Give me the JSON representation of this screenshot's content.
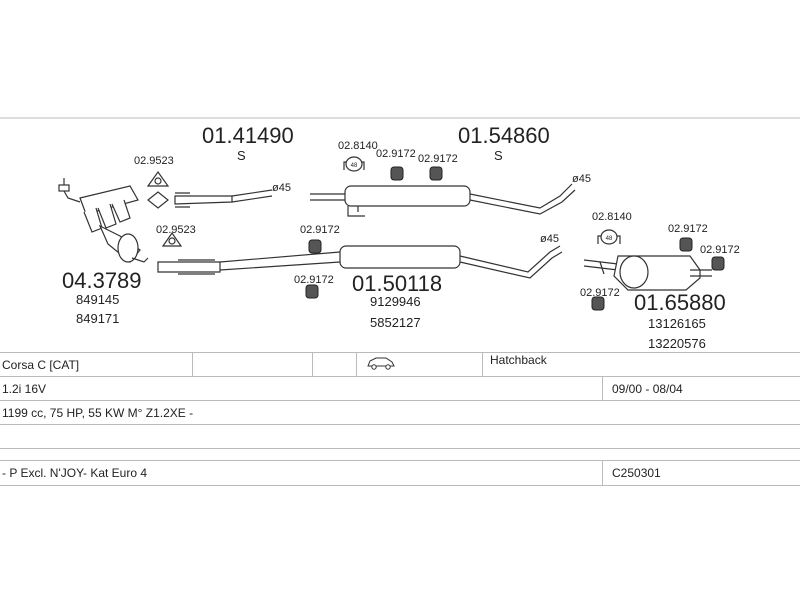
{
  "parts": {
    "p_014149": {
      "code": "01.41490",
      "suffix": "S"
    },
    "p_015486": {
      "code": "01.54860",
      "suffix": "S"
    },
    "p_043789": {
      "code": "04.3789",
      "refs": [
        "849145",
        "849171"
      ]
    },
    "p_015011": {
      "code": "01.50118",
      "refs": [
        "9129946",
        "5852127"
      ]
    },
    "p_016588": {
      "code": "01.65880",
      "refs": [
        "13126165",
        "13220576"
      ]
    },
    "hw_029523": "02.9523",
    "hw_028140": "02.8140",
    "hw_029172": "02.9172",
    "dia_45": "ø45"
  },
  "table": {
    "model": "Corsa C  [CAT]",
    "body_type": "Hatchback",
    "engine": "1.2i 16V",
    "period": "09/00 - 08/04",
    "specs": "1199 cc, 75 HP, 55 KW M° Z1.2XE -",
    "notes": "- P Excl. N'JOY- Kat Euro 4",
    "ref_code": "C250301",
    "car_icon": "car-icon"
  }
}
